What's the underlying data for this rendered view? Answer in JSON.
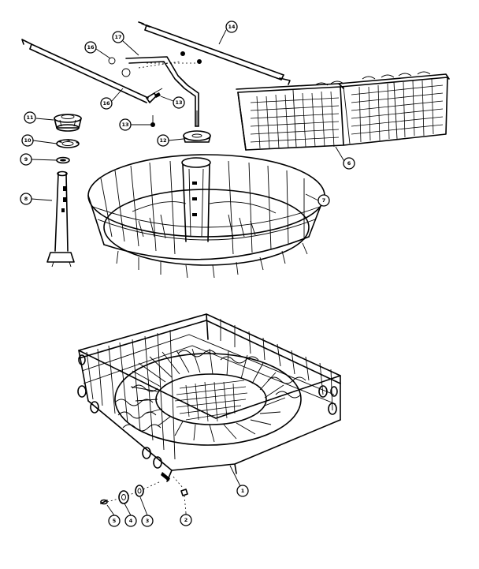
{
  "diagram": {
    "callouts": [
      {
        "id": "c14",
        "label": "14"
      },
      {
        "id": "c16a",
        "label": "16"
      },
      {
        "id": "c17",
        "label": "17"
      },
      {
        "id": "c16b",
        "label": "16"
      },
      {
        "id": "c13a",
        "label": "13"
      },
      {
        "id": "c13b",
        "label": "13"
      },
      {
        "id": "c11",
        "label": "11"
      },
      {
        "id": "c10",
        "label": "10"
      },
      {
        "id": "c9",
        "label": "9"
      },
      {
        "id": "c8",
        "label": "8"
      },
      {
        "id": "c12",
        "label": "12"
      },
      {
        "id": "c6",
        "label": "6"
      },
      {
        "id": "c7",
        "label": "7"
      },
      {
        "id": "c1",
        "label": "1"
      },
      {
        "id": "c2",
        "label": "2"
      },
      {
        "id": "c3",
        "label": "3"
      },
      {
        "id": "c4",
        "label": "4"
      },
      {
        "id": "c5",
        "label": "5"
      }
    ]
  }
}
